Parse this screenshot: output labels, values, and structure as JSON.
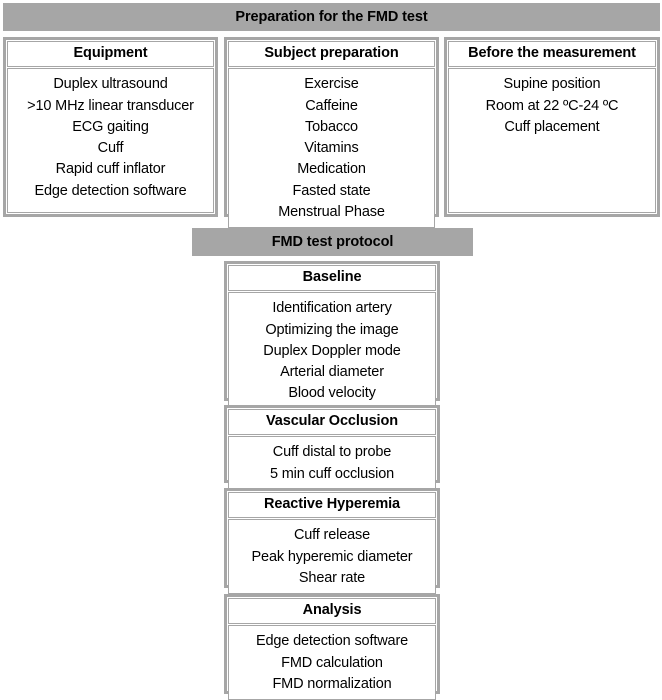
{
  "diagram": {
    "title": "Preparation for the FMD test",
    "colors": {
      "banner_fill": "#a6a6a6",
      "border": "#a6a6a6",
      "text": "#000000",
      "panel_fill": "#ffffff"
    }
  },
  "top_banner": {
    "label": "Preparation for the FMD test"
  },
  "preparation_row": {
    "panels": [
      {
        "title": "Equipment",
        "items": [
          "Duplex ultrasound",
          ">10 MHz linear transducer",
          "ECG gaiting",
          "Cuff",
          "Rapid cuff inflator",
          "Edge detection software"
        ]
      },
      {
        "title": "Subject preparation",
        "items": [
          "Exercise",
          "Caffeine",
          "Tobacco",
          "Vitamins",
          "Medication",
          "Fasted state",
          "Menstrual Phase"
        ]
      },
      {
        "title": "Before the measurement",
        "items": [
          "Supine position",
          "Room at 22 ºC-24 ºC",
          "Cuff placement"
        ]
      }
    ]
  },
  "protocol_banner": {
    "label": "FMD test protocol"
  },
  "protocol_steps": {
    "panels": [
      {
        "title": "Baseline",
        "items": [
          "Identification artery",
          "Optimizing the image",
          "Duplex Doppler mode",
          "Arterial diameter",
          "Blood velocity"
        ]
      },
      {
        "title": "Vascular Occlusion",
        "items": [
          "Cuff distal to probe",
          "5 min cuff occlusion"
        ]
      },
      {
        "title": "Reactive Hyperemia",
        "items": [
          "Cuff release",
          "Peak hyperemic diameter",
          "Shear rate"
        ]
      },
      {
        "title": "Analysis",
        "items": [
          "Edge detection software",
          "FMD calculation",
          "FMD normalization"
        ]
      }
    ]
  }
}
